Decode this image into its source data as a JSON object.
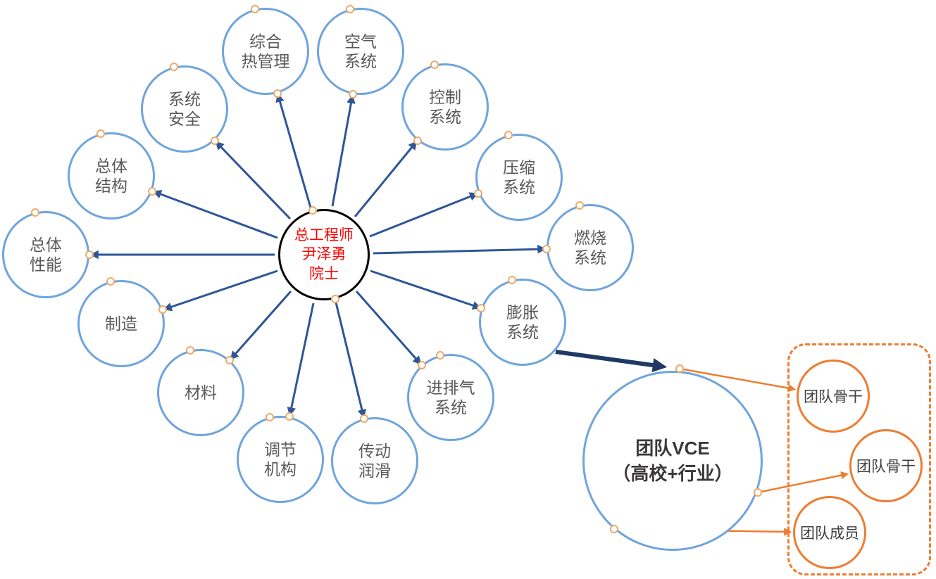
{
  "diagram": {
    "center_node": {
      "lines": [
        "总工程师",
        "尹泽勇",
        "院士"
      ]
    },
    "ring_nodes": [
      {
        "name": "thermal-management",
        "lines": [
          "综合",
          "热管理"
        ]
      },
      {
        "name": "air-system",
        "lines": [
          "空气",
          "系统"
        ]
      },
      {
        "name": "control-system",
        "lines": [
          "控制",
          "系统"
        ]
      },
      {
        "name": "compression-system",
        "lines": [
          "压缩",
          "系统"
        ]
      },
      {
        "name": "combustion-system",
        "lines": [
          "燃烧",
          "系统"
        ]
      },
      {
        "name": "expansion-system",
        "lines": [
          "膨胀",
          "系统"
        ]
      },
      {
        "name": "intake-exhaust-system",
        "lines": [
          "进排气",
          "系统"
        ]
      },
      {
        "name": "transmission-lubrication",
        "lines": [
          "传动",
          "润滑"
        ]
      },
      {
        "name": "regulation-mechanism",
        "lines": [
          "调节",
          "机构"
        ]
      },
      {
        "name": "materials",
        "lines": [
          "材料"
        ]
      },
      {
        "name": "manufacturing",
        "lines": [
          "制造"
        ]
      },
      {
        "name": "overall-performance",
        "lines": [
          "总体",
          "性能"
        ]
      },
      {
        "name": "overall-structure",
        "lines": [
          "总体",
          "结构"
        ]
      },
      {
        "name": "system-safety",
        "lines": [
          "系统",
          "安全"
        ]
      }
    ],
    "vce_node": {
      "lines": [
        "团队VCE",
        "（高校+行业）"
      ]
    },
    "team_nodes": [
      {
        "name": "team-backbone-1",
        "label": "团队骨干"
      },
      {
        "name": "team-backbone-2",
        "label": "团队骨干"
      },
      {
        "name": "team-member",
        "label": "团队成员"
      }
    ],
    "colors": {
      "ring_circle_border": "#6FA4DC",
      "radial_arrow": "#2E5697",
      "thick_arrow": "#1F3864",
      "orange_accent": "#ED7D31",
      "connector_dot_border": "#EDA968",
      "center_circle_border": "#000000",
      "center_text": "#FF0000",
      "node_label_text": "#595959"
    }
  }
}
